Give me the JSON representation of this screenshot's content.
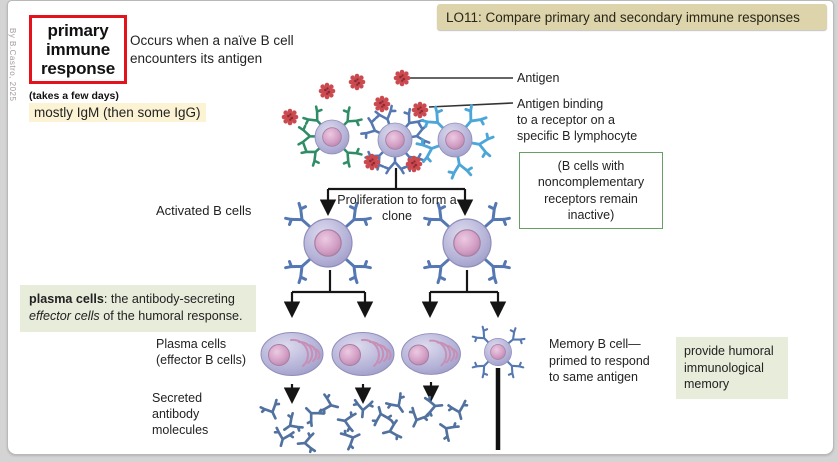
{
  "slide": {
    "byline": "By B.Castro, 2025",
    "lo_banner": "LO11: Compare primary and secondary immune responses",
    "title": "primary\nimmune\nresponse",
    "title_sub": "(takes a few days)",
    "intro": "Occurs when a naïve B cell\nencounters its antigen",
    "igm_note": "mostly IgM (then some IgG)"
  },
  "diagram": {
    "antigen_label": "Antigen",
    "antigen_binding_label": "Antigen binding\nto a receptor on a\nspecific B lymphocyte",
    "noncomplementary_note": "(B cells with noncomplementary receptors remain inactive)",
    "activated_label": "Activated B cells",
    "proliferation_label": "Proliferation to form a clone",
    "plasma_label": "Plasma cells\n(effector B cells)",
    "secreted_label": "Secreted\nantibody\nmolecules",
    "memory_label": "Memory B cell—\nprimed to respond\nto same antigen"
  },
  "notes": {
    "plasma_def": {
      "term": "plasma cells",
      "mid": ": the antibody-secreting ",
      "italic": "effector cells",
      "end": " of the humoral response."
    },
    "memory_note": "provide humoral\nimmunological\nmemory"
  },
  "icons": {
    "antigen": "red-rosette-virus",
    "b_cell": "lavender-cell-pink-nucleus",
    "receptor": "forked-y-receptor",
    "plasma_cell": "oval-cell-with-er-folds",
    "memory_b_cell": "small-cell-with-receptors",
    "antibody": "y-shaped-antibody",
    "arrow": "black-flow-arrow"
  },
  "colors": {
    "page_bg": "#d4d4d4",
    "slide_bg": "#ffffff",
    "accent_red": "#e4121b",
    "banner_bg": "#ded4ab",
    "banner_text": "#26261a",
    "highlight_yellow": "#fbf3d4",
    "note_green_bg": "#e8ecdb",
    "note_green_border": "#66a163",
    "receptor_green": "#2f8c66",
    "receptor_blue": "#5578b2",
    "receptor_lightblue": "#4da6d8",
    "antigen_red": "#cb4a50",
    "antibody_blue": "#51719f",
    "line_black": "#161616",
    "byline_gray": "#a39a9a"
  }
}
